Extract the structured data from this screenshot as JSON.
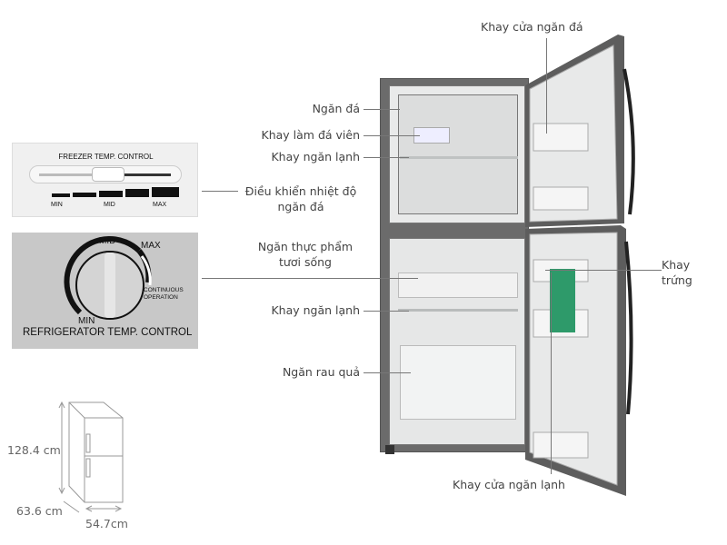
{
  "labels": {
    "ngan_da": "Ngăn đá",
    "khay_lam_da": "Khay làm đá viên",
    "khay_ngan_lanh_top": "Khay ngăn lạnh",
    "dieu_khien_line1": "Điều khiển nhiệt độ",
    "dieu_khien_line2": "ngăn đá",
    "ngan_thuc_pham_line1": "Ngăn thực phẩm",
    "ngan_thuc_pham_line2": "tươi sống",
    "khay_ngan_lanh_bottom": "Khay ngăn lạnh",
    "ngan_rau_qua": "Ngăn rau quả",
    "khay_cua_ngan_da": "Khay cửa ngăn đá",
    "khay_trung_line1": "Khay",
    "khay_trung_line2": "trứng",
    "khay_cua_ngan_lanh": "Khay cửa ngăn lạnh"
  },
  "freezer_control": {
    "title": "FREEZER TEMP. CONTROL",
    "min": "MIN",
    "mid": "MID",
    "max": "MAX"
  },
  "fridge_control": {
    "title": "REFRIGERATOR TEMP. CONTROL",
    "min": "MIN",
    "mid": "MID",
    "max": "MAX",
    "continuous_line1": "CONTINUOUS",
    "continuous_line2": "OPERATION"
  },
  "dimensions": {
    "height": "128.4 cm",
    "depth": "63.6 cm",
    "width": "54.7cm"
  }
}
